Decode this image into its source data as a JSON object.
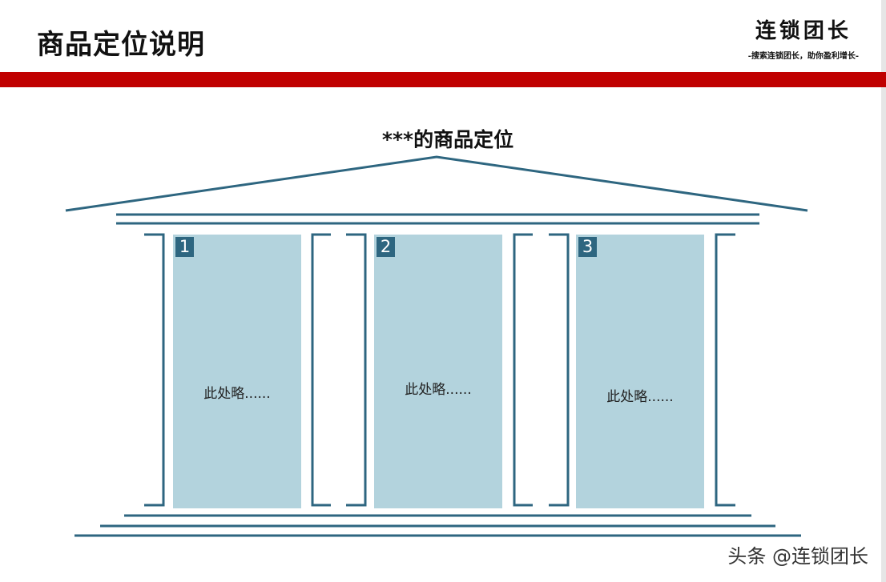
{
  "page": {
    "title": "商品定位说明"
  },
  "brand": {
    "name": "连锁团长",
    "tagline": "-搜索连锁团长，助你盈利增长-"
  },
  "diagram": {
    "heading": "***的商品定位",
    "pillars": [
      {
        "number": "1",
        "text": "此处略......"
      },
      {
        "number": "2",
        "text": "此处略......"
      },
      {
        "number": "3",
        "text": "此处略......"
      }
    ]
  },
  "watermark": "头条 @连锁团长",
  "colors": {
    "accent_red": "#c00000",
    "line": "#2e6680",
    "pillar_fill": "#b3d3dd"
  }
}
